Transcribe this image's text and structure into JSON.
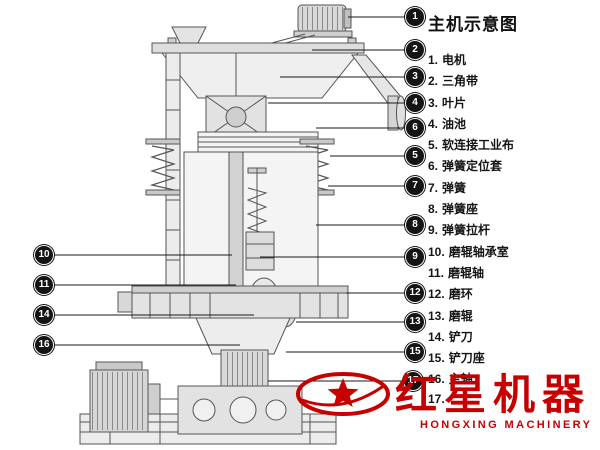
{
  "legend": {
    "title": "主机示意图",
    "items": [
      {
        "num": "1.",
        "label": "电机"
      },
      {
        "num": "2.",
        "label": "三角带"
      },
      {
        "num": "3.",
        "label": "叶片"
      },
      {
        "num": "4.",
        "label": "油池"
      },
      {
        "num": "5.",
        "label": "软连接工业布"
      },
      {
        "num": "6.",
        "label": "弹簧定位套"
      },
      {
        "num": "7.",
        "label": "弹簧"
      },
      {
        "num": "8.",
        "label": "弹簧座"
      },
      {
        "num": "9.",
        "label": "弹簧拉杆"
      },
      {
        "num": "10.",
        "label": "磨辊轴承室"
      },
      {
        "num": "11.",
        "label": "磨辊轴"
      },
      {
        "num": "12.",
        "label": "磨环"
      },
      {
        "num": "13.",
        "label": "磨辊"
      },
      {
        "num": "14.",
        "label": "铲刀"
      },
      {
        "num": "15.",
        "label": "铲刀座"
      },
      {
        "num": "16.",
        "label": "主轴"
      },
      {
        "num": "17.",
        "label": ""
      }
    ]
  },
  "callouts": [
    "1",
    "2",
    "3",
    "4",
    "5",
    "6",
    "7",
    "8",
    "9",
    "10",
    "11",
    "12",
    "13",
    "14",
    "15",
    "16",
    "17"
  ],
  "watermark": {
    "brand": "红星机器",
    "brand_en": "HONGXING MACHINERY",
    "color": "#c60001"
  }
}
